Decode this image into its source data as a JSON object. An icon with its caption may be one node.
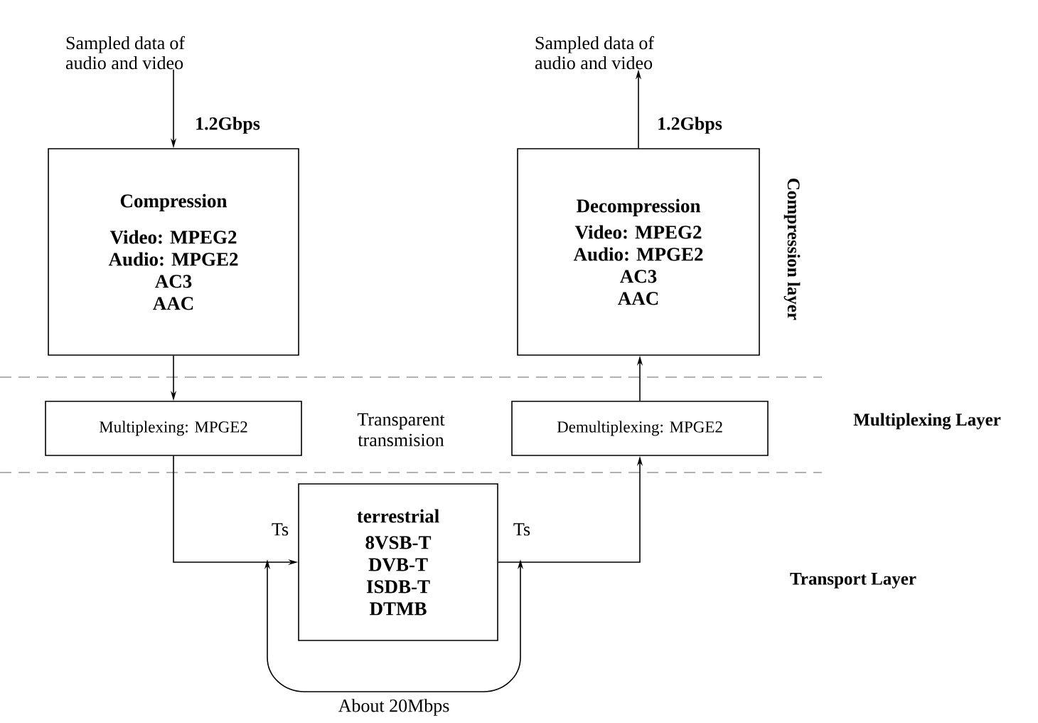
{
  "diagram": {
    "nodes": [
      {
        "text": [
          "Sampled data of audio and video"
        ]
      },
      {
        "text": [
          "Compression",
          "Video: MPEG2",
          "Audio: MPGE2",
          "AC3",
          "AAC"
        ]
      },
      {
        "text": [
          "Multiplexing: MPGE2"
        ]
      },
      {
        "text": [
          "terrestrial",
          "8VSB-T",
          "DVB-T",
          "ISDB-T",
          "DTMB"
        ]
      },
      {
        "text": [
          "Demultiplexing: MPGE2"
        ]
      },
      {
        "text": [
          "Decompression",
          "Video: MPEG2",
          "Audio: MPGE2",
          "AC3",
          "AAC"
        ]
      },
      {
        "text": [
          "Sampled data of audio and video"
        ]
      }
    ],
    "edges": [
      {
        "from": 0,
        "to": 1,
        "arrow": "to",
        "label": "1.2Gbps"
      },
      {
        "from": 1,
        "to": 2,
        "arrow": "to"
      },
      {
        "from": 2,
        "to": 3,
        "arrow": "to",
        "label": "Ts"
      },
      {
        "from": 3,
        "to": 4,
        "arrow": "to",
        "label": "Ts"
      },
      {
        "from": 4,
        "to": 5,
        "arrow": "to"
      },
      {
        "from": 5,
        "to": 6,
        "arrow": "to",
        "label": "1.2Gbps"
      }
    ],
    "labels": [
      "Compression layer",
      "Transparent transmision",
      "Multiplexing Layer",
      "Transport Layer",
      "About 20Mbps"
    ]
  }
}
